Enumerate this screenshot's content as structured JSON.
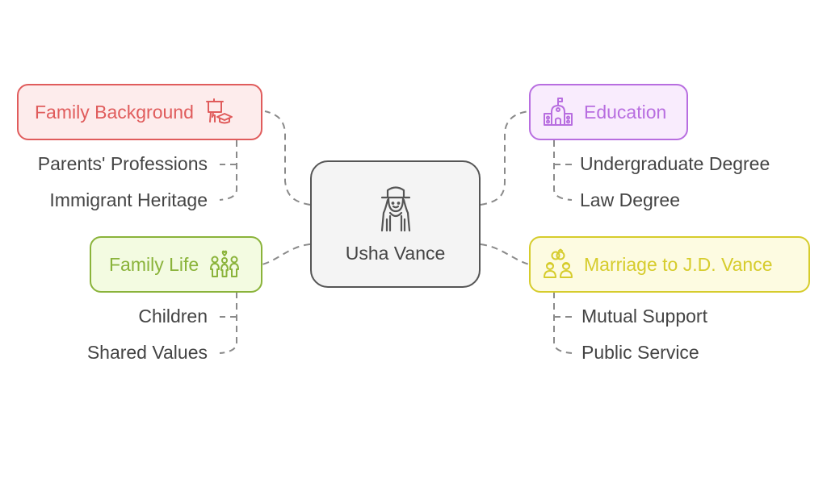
{
  "central": {
    "label": "Usha Vance",
    "icon": "woman-hat-icon",
    "color": "#555555"
  },
  "branches": [
    {
      "id": "family-background",
      "label": "Family Background",
      "icon": "presentation-graduation-icon",
      "color": "#e05c5c",
      "bg": "#fdecec",
      "children": [
        "Parents' Professions",
        "Immigrant Heritage"
      ]
    },
    {
      "id": "education",
      "label": "Education",
      "icon": "school-building-icon",
      "color": "#b86ee0",
      "bg": "#f9ecfd",
      "children": [
        "Undergraduate Degree",
        "Law Degree"
      ]
    },
    {
      "id": "family-life",
      "label": "Family Life",
      "icon": "family-heart-icon",
      "color": "#8ab33a",
      "bg": "#f3fbe1",
      "children": [
        "Children",
        "Shared Values"
      ]
    },
    {
      "id": "marriage",
      "label": "Marriage to J.D. Vance",
      "icon": "couple-rings-icon",
      "color": "#d6cc2c",
      "bg": "#fdfbe1",
      "children": [
        "Mutual Support",
        "Public Service"
      ]
    }
  ],
  "connector_color": "#888888"
}
